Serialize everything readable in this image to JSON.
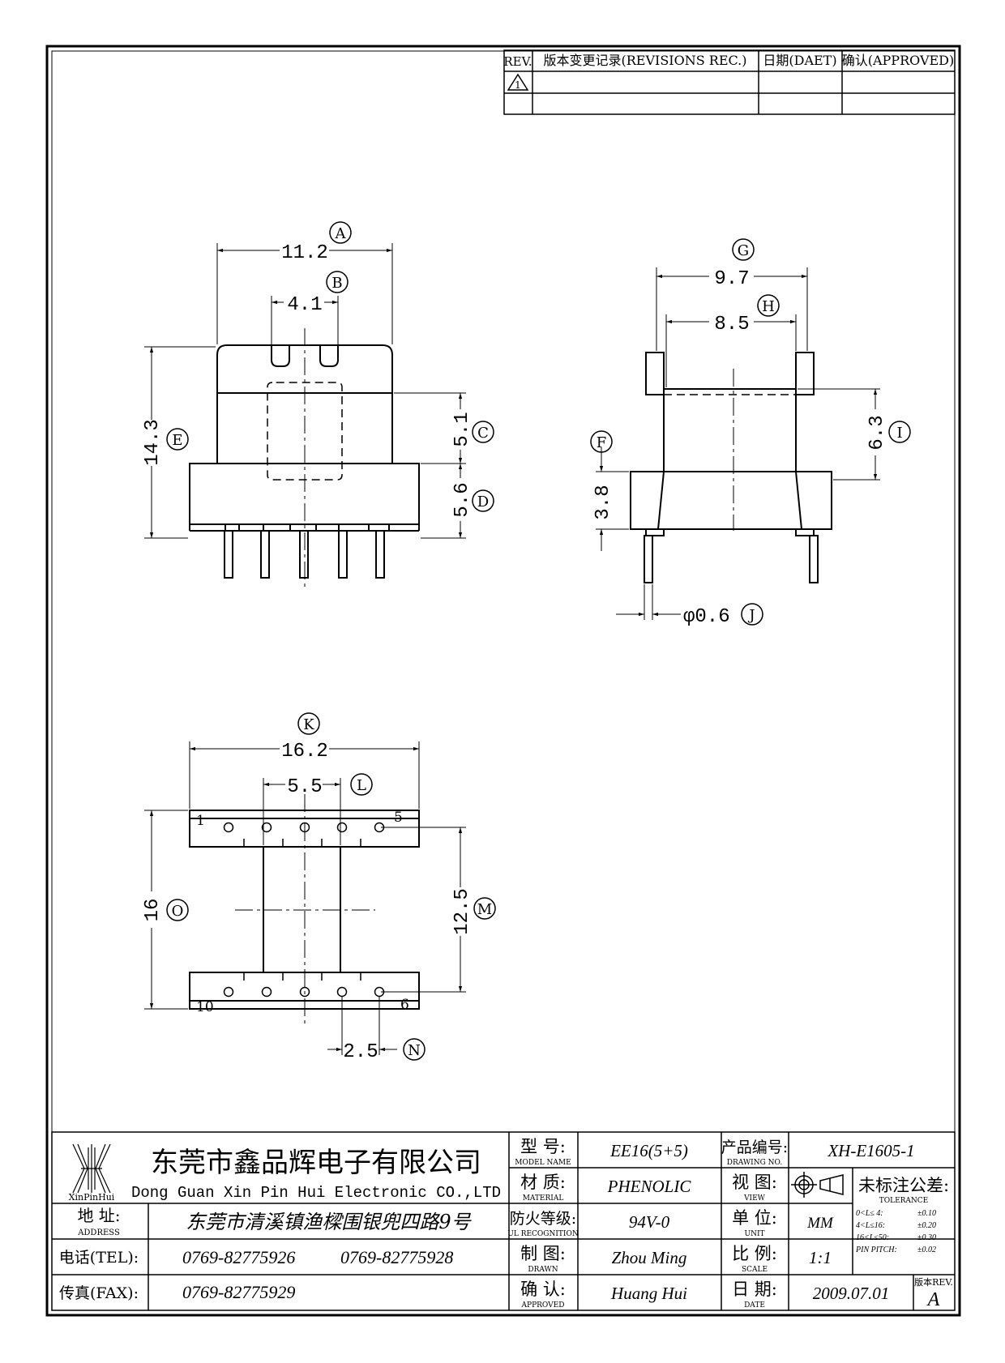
{
  "revisions": {
    "headers": {
      "rev": "REV.",
      "record": "版本变更记录(REVISIONS REC.)",
      "date": "日期(DAET)",
      "approved": "确认(APPROVED)"
    },
    "row1_rev": "1"
  },
  "dimensions": {
    "A": {
      "letter": "A",
      "value": "11.2"
    },
    "B": {
      "letter": "B",
      "value": "4.1"
    },
    "C": {
      "letter": "C",
      "value": "5.1"
    },
    "D": {
      "letter": "D",
      "value": "5.6"
    },
    "E": {
      "letter": "E",
      "value": "14.3"
    },
    "F": {
      "letter": "F",
      "value": "3.8"
    },
    "G": {
      "letter": "G",
      "value": "9.7"
    },
    "H": {
      "letter": "H",
      "value": "8.5"
    },
    "I": {
      "letter": "I",
      "value": "6.3"
    },
    "J": {
      "letter": "J",
      "value": "φ0.6"
    },
    "K": {
      "letter": "K",
      "value": "16.2"
    },
    "L": {
      "letter": "L",
      "value": "5.5"
    },
    "M": {
      "letter": "M",
      "value": "12.5"
    },
    "N": {
      "letter": "N",
      "value": "2.5"
    },
    "O": {
      "letter": "O",
      "value": "16"
    }
  },
  "pins": {
    "p1": "1",
    "p5": "5",
    "p10": "10",
    "p6": "6"
  },
  "title_block": {
    "logo_text": "XinPinHui",
    "company_cn": "东莞市鑫品辉电子有限公司",
    "company_en": "Dong Guan Xin Pin Hui Electronic CO.,LTD",
    "address_label_cn": "地  址:",
    "address_label_en": "ADDRESS",
    "address": "东莞市清溪镇渔樑围银兜四路9号",
    "tel_label": "电话(TEL):",
    "tel_1": "0769-82775926",
    "tel_2": "0769-82775928",
    "fax_label": "传真(FAX):",
    "fax": "0769-82775929",
    "model_label_cn": "型  号:",
    "model_label_en": "MODEL NAME",
    "model": "EE16(5+5)",
    "material_label_cn": "材  质:",
    "material_label_en": "MATERIAL",
    "material": "PHENOLIC",
    "ul_label_cn": "防火等级:",
    "ul_label_en": "UL RECOGNITION",
    "ul": "94V-0",
    "drawn_label_cn": "制  图:",
    "drawn_label_en": "DRAWN",
    "drawn": "Zhou Ming",
    "approved_label_cn": "确  认:",
    "approved_label_en": "APPROVED",
    "approved": "Huang Hui",
    "drawing_no_label_cn": "产品编号:",
    "drawing_no_label_en": "DRAWING NO.",
    "drawing_no": "XH-E1605-1",
    "view_label_cn": "视  图:",
    "view_label_en": "VIEW",
    "unit_label_cn": "单  位:",
    "unit_label_en": "UNIT",
    "unit": "MM",
    "scale_label_cn": "比  例:",
    "scale_label_en": "SCALE",
    "scale": "1:1",
    "date_label_cn": "日  期:",
    "date_label_en": "DATE",
    "date": "2009.07.01",
    "tol_title_cn": "未标注公差:",
    "tol_title_en": "TOLERANCE",
    "tol_rows": [
      {
        "range": "0<L≤ 4:",
        "value": "±0.10"
      },
      {
        "range": "4<L≤16:",
        "value": "±0.20"
      },
      {
        "range": "16<L≤50:",
        "value": "±0.30"
      },
      {
        "range": "PIN PITCH:",
        "value": "±0.02"
      }
    ],
    "rev_label": "版本REV.",
    "rev": "A"
  }
}
